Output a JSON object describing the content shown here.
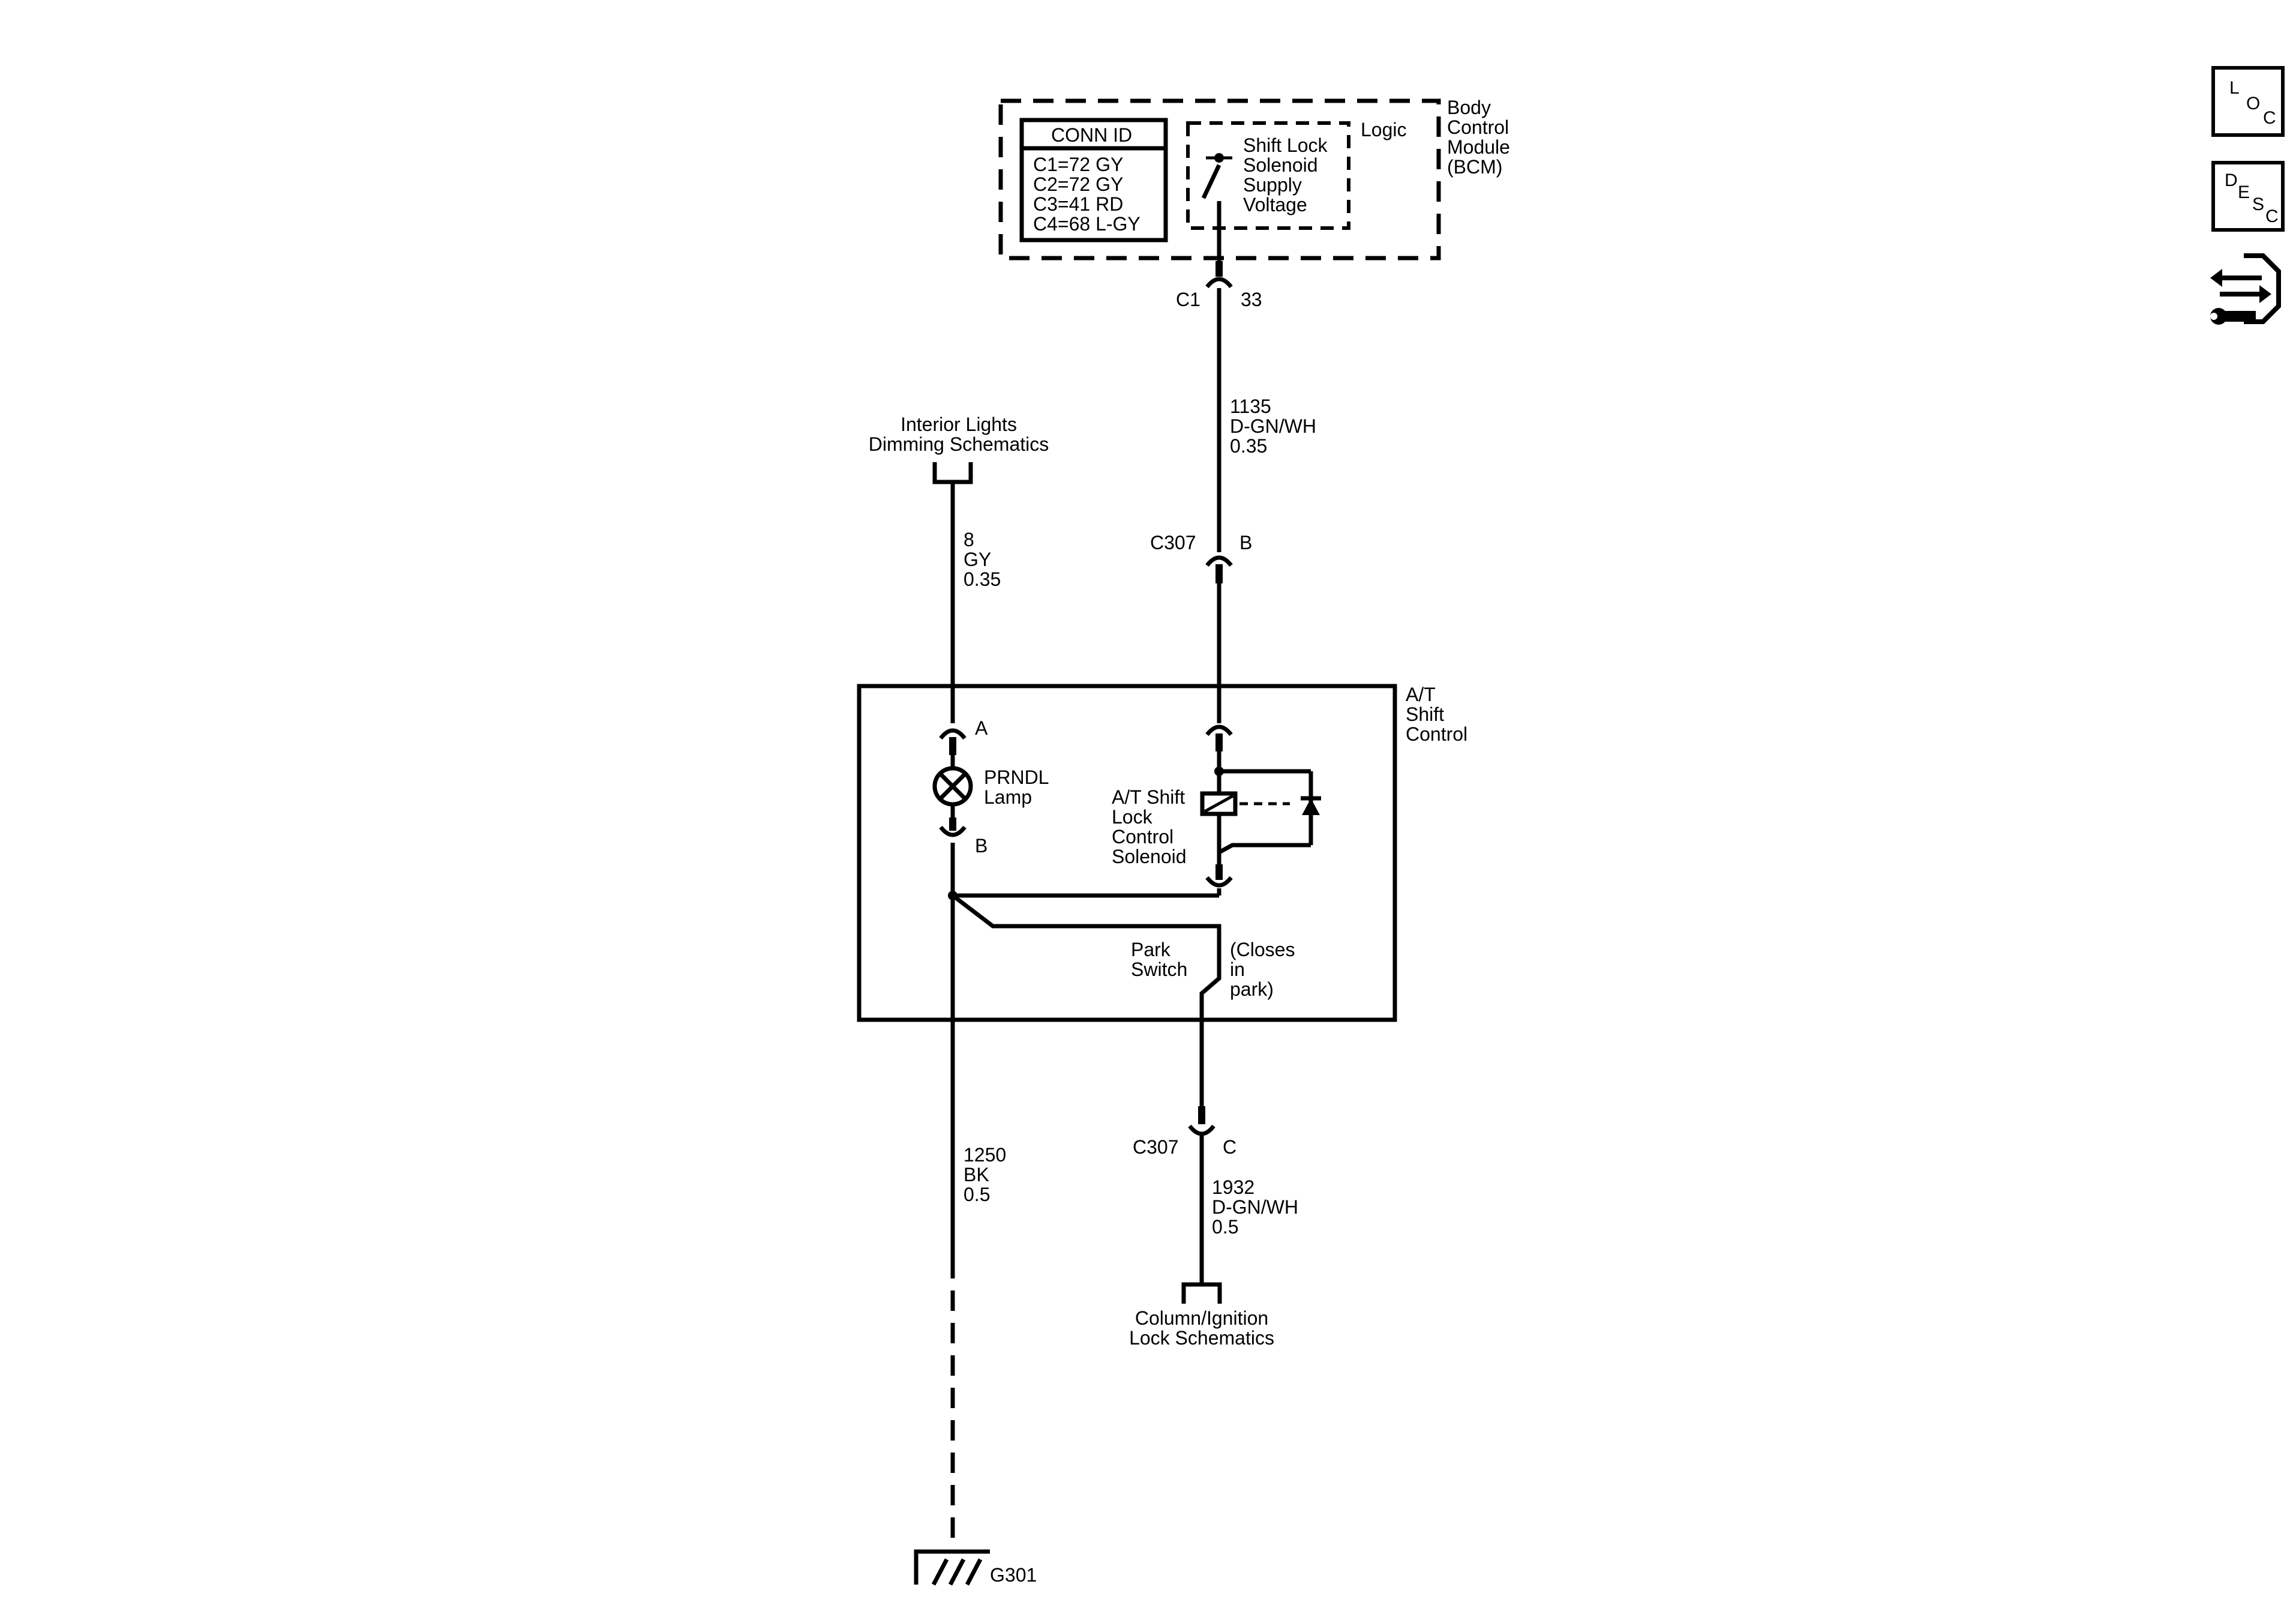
{
  "bcm": {
    "name_lines": [
      "Body",
      "Control",
      "Module",
      "(BCM)"
    ],
    "logic_label": "Logic",
    "conn_id_header": "CONN ID",
    "conn_ids": [
      "C1=72 GY",
      "C2=72 GY",
      "C3=41 RD",
      "C4=68 L-GY"
    ],
    "supply_label_lines": [
      "Shift Lock",
      "Solenoid",
      "Supply",
      "Voltage"
    ],
    "connector": "C1",
    "pin": "33"
  },
  "wires": {
    "w1135": [
      "1135",
      "D-GN/WH",
      "0.35"
    ],
    "w8": [
      "8",
      "GY",
      "0.35"
    ],
    "w1250": [
      "1250",
      "BK",
      "0.5"
    ],
    "w1932": [
      "1932",
      "D-GN/WH",
      "0.5"
    ]
  },
  "refs": {
    "interior_lights": [
      "Interior Lights",
      "Dimming Schematics"
    ],
    "column_ignition": [
      "Column/Ignition",
      "Lock Schematics"
    ]
  },
  "connectors": {
    "c307_b_name": "C307",
    "c307_b_pin": "B",
    "c307_c_name": "C307",
    "c307_c_pin": "C"
  },
  "shift_control": {
    "name_lines": [
      "A/T",
      "Shift",
      "Control"
    ],
    "lamp_pin_a": "A",
    "lamp_pin_b": "B",
    "lamp_label_lines": [
      "PRNDL",
      "Lamp"
    ],
    "solenoid_label_lines": [
      "A/T Shift",
      "Lock",
      "Control",
      "Solenoid"
    ],
    "park_switch_lines": [
      "Park",
      "Switch"
    ],
    "park_note_lines": [
      "(Closes",
      "in",
      "park)"
    ]
  },
  "ground": {
    "label": "G301"
  },
  "side_icons": {
    "loc_letters": [
      "L",
      "O",
      "C"
    ],
    "desc_letters": [
      "D",
      "E",
      "S",
      "C"
    ],
    "tool_icon": "diagnostic-connector-wrench-icon"
  }
}
